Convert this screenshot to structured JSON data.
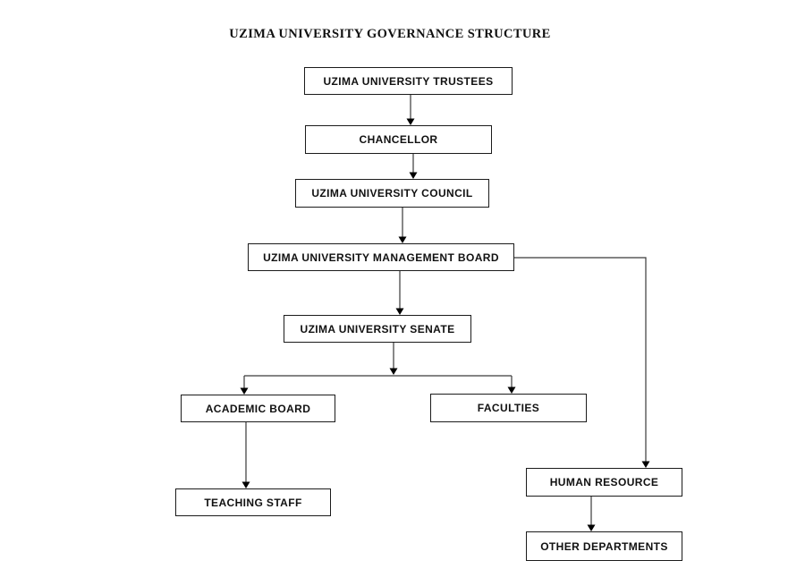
{
  "page": {
    "title": "UZIMA UNIVERSITY GOVERNANCE STRUCTURE",
    "background_color": "#ffffff"
  },
  "chart": {
    "type": "org-chart",
    "nodes": [
      {
        "id": "trustees",
        "label": "UZIMA UNIVERSITY TRUSTEES"
      },
      {
        "id": "chancellor",
        "label": "CHANCELLOR"
      },
      {
        "id": "council",
        "label": "UZIMA UNIVERSITY COUNCIL"
      },
      {
        "id": "management-board",
        "label": "UZIMA UNIVERSITY MANAGEMENT BOARD"
      },
      {
        "id": "senate",
        "label": "UZIMA UNIVERSITY SENATE"
      },
      {
        "id": "academic-board",
        "label": "ACADEMIC BOARD"
      },
      {
        "id": "faculties",
        "label": "FACULTIES"
      },
      {
        "id": "teaching-staff",
        "label": "TEACHING STAFF"
      },
      {
        "id": "human-resource",
        "label": "HUMAN RESOURCE"
      },
      {
        "id": "other-departments",
        "label": "OTHER DEPARTMENTS"
      }
    ],
    "edges": [
      {
        "from": "trustees",
        "to": "chancellor"
      },
      {
        "from": "chancellor",
        "to": "council"
      },
      {
        "from": "council",
        "to": "management-board"
      },
      {
        "from": "management-board",
        "to": "senate"
      },
      {
        "from": "senate",
        "to": "academic-board"
      },
      {
        "from": "senate",
        "to": "faculties"
      },
      {
        "from": "academic-board",
        "to": "teaching-staff"
      },
      {
        "from": "management-board",
        "to": "human-resource"
      },
      {
        "from": "human-resource",
        "to": "other-departments"
      }
    ],
    "colors": {
      "box_border": "#1b1b1b",
      "box_fill": "#ffffff",
      "connector": "#3a3a3a",
      "arrowhead": "#000000",
      "text": "#111111"
    }
  }
}
